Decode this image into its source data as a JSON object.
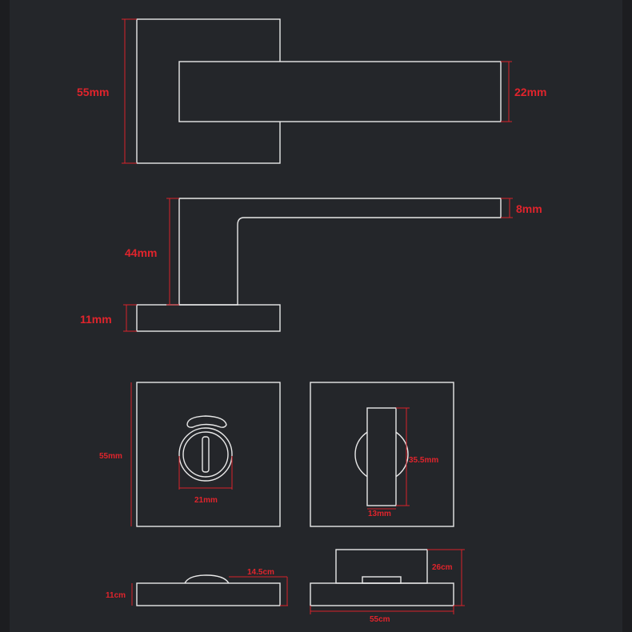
{
  "colors": {
    "background": "#24262a",
    "outline": "#e8e8e8",
    "dimension": "#d8232b"
  },
  "drawings": {
    "lever_front_view": {
      "plate_height_label": "55mm",
      "lever_height_label": "22mm"
    },
    "lever_side_view": {
      "lever_thickness_label": "8mm",
      "lever_stem_height_label": "44mm",
      "rose_thickness_label": "11mm"
    },
    "privacy_turn_front": {
      "plate_height_label": "55mm",
      "turn_diameter_label": "21mm"
    },
    "release_front": {
      "thumbturn_height_label": "35.5mm",
      "thumbturn_width_label": "13mm"
    },
    "turn_side": {
      "rose_thickness_label": "11cm",
      "length_label": "14.5cm"
    },
    "release_side": {
      "height_label": "26cm",
      "width_label": "55cm"
    }
  }
}
